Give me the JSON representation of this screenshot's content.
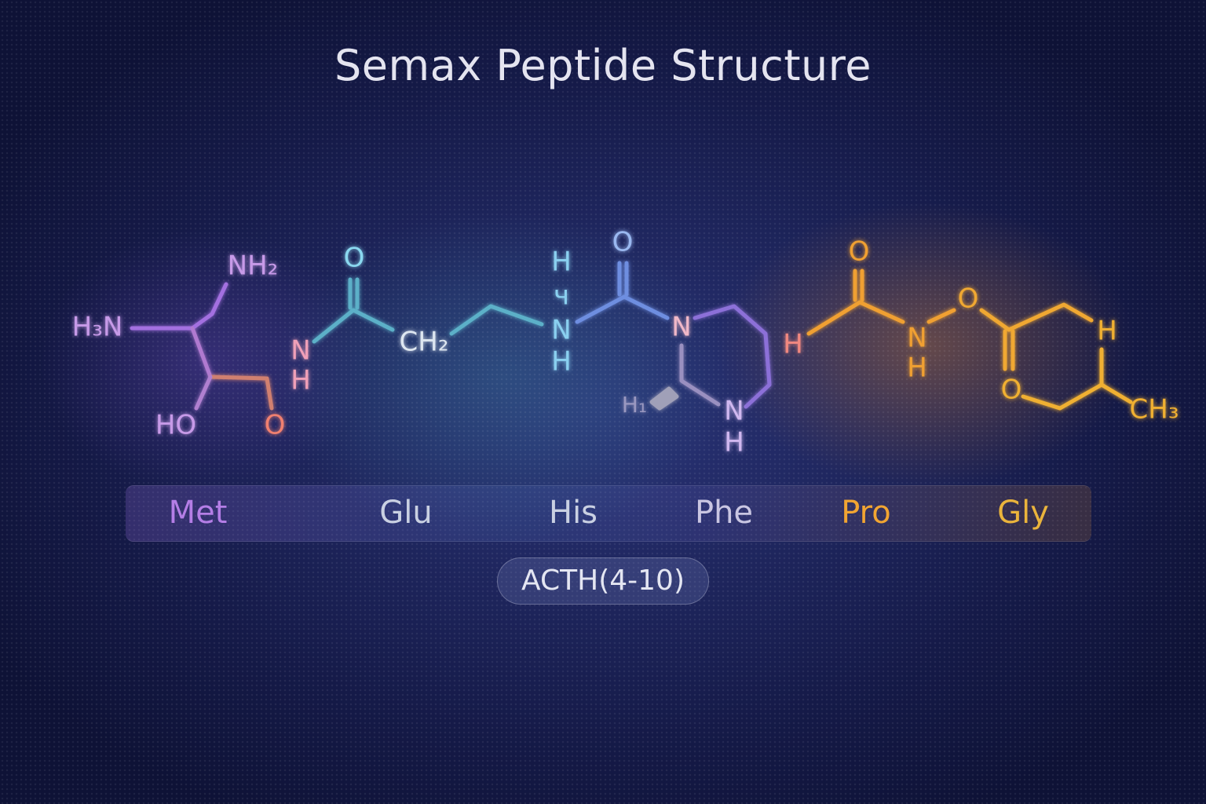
{
  "title": "Semax Peptide Structure",
  "residues": [
    {
      "label": "Met",
      "color": "#b47ee6"
    },
    {
      "label": "Glu",
      "color": "#c9d0e2"
    },
    {
      "label": "His",
      "color": "#c9d0e2"
    },
    {
      "label": "Phe",
      "color": "#c9c6e2"
    },
    {
      "label": "Pro",
      "color": "#f2a532"
    },
    {
      "label": "Gly",
      "color": "#eab43c"
    }
  ],
  "sequence_tag": "ACTH(4-10)",
  "atoms": {
    "met_h3n": "H₃N",
    "met_nh2": "NH₂",
    "met_ho": "HO",
    "met_o": "O",
    "glu_n": "N",
    "glu_h": "H",
    "glu_o": "O",
    "glu_ch2": "CH₂",
    "his_h1": "H",
    "his_h2": "ч",
    "his_n": "N",
    "his_h3": "H",
    "his_o": "O",
    "phe_n": "N",
    "phe_nh_n": "N",
    "phe_nh_h": "H",
    "phe_h1": "H₁",
    "pro_h": "H",
    "pro_o": "O",
    "pro_n": "N",
    "pro_nh": "H",
    "gly_o1": "O",
    "gly_h": "H",
    "gly_o2": "O",
    "gly_ch3": "CH₃"
  }
}
